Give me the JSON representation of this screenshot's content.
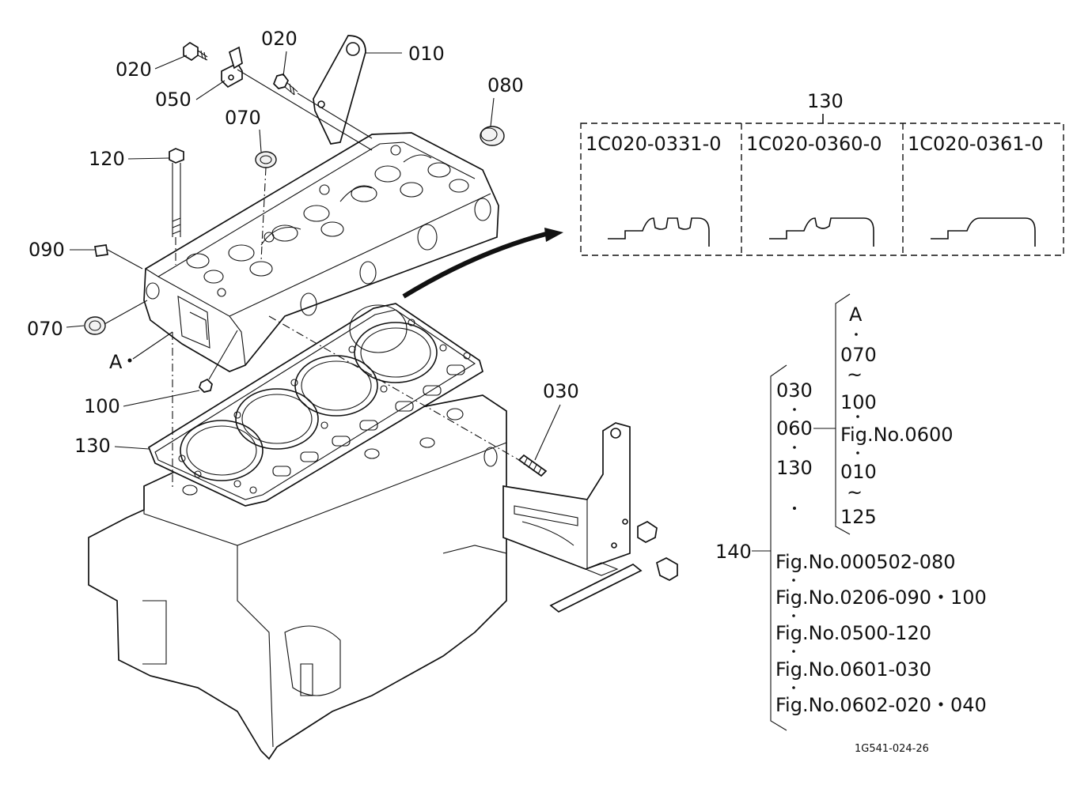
{
  "callouts": [
    {
      "id": "c010",
      "label": "010"
    },
    {
      "id": "c020a",
      "label": "020"
    },
    {
      "id": "c020b",
      "label": "020"
    },
    {
      "id": "c050",
      "label": "050"
    },
    {
      "id": "c080",
      "label": "080"
    },
    {
      "id": "c070a",
      "label": "070"
    },
    {
      "id": "c120",
      "label": "120"
    },
    {
      "id": "c090",
      "label": "090"
    },
    {
      "id": "c070b",
      "label": "070"
    },
    {
      "id": "cA",
      "label": "A"
    },
    {
      "id": "c100",
      "label": "100"
    },
    {
      "id": "c130",
      "label": "130"
    },
    {
      "id": "c030",
      "label": "030"
    }
  ],
  "gasket_options": {
    "label": "130",
    "parts": [
      "1C020-0331-0",
      "1C020-0360-0",
      "1C020-0361-0"
    ]
  },
  "reference": {
    "right_group": [
      "A",
      "070",
      "~",
      "100",
      "Fig.No.0600",
      "010",
      "~",
      "125"
    ],
    "left_group": [
      "030",
      "060",
      "130"
    ],
    "label_140": "140",
    "figs": [
      "Fig.No.000502-080",
      "Fig.No.0206-090・100",
      "Fig.No.0500-120",
      "Fig.No.0601-030",
      "Fig.No.0602-020・040"
    ]
  },
  "ref_code": "1G541-024-26"
}
